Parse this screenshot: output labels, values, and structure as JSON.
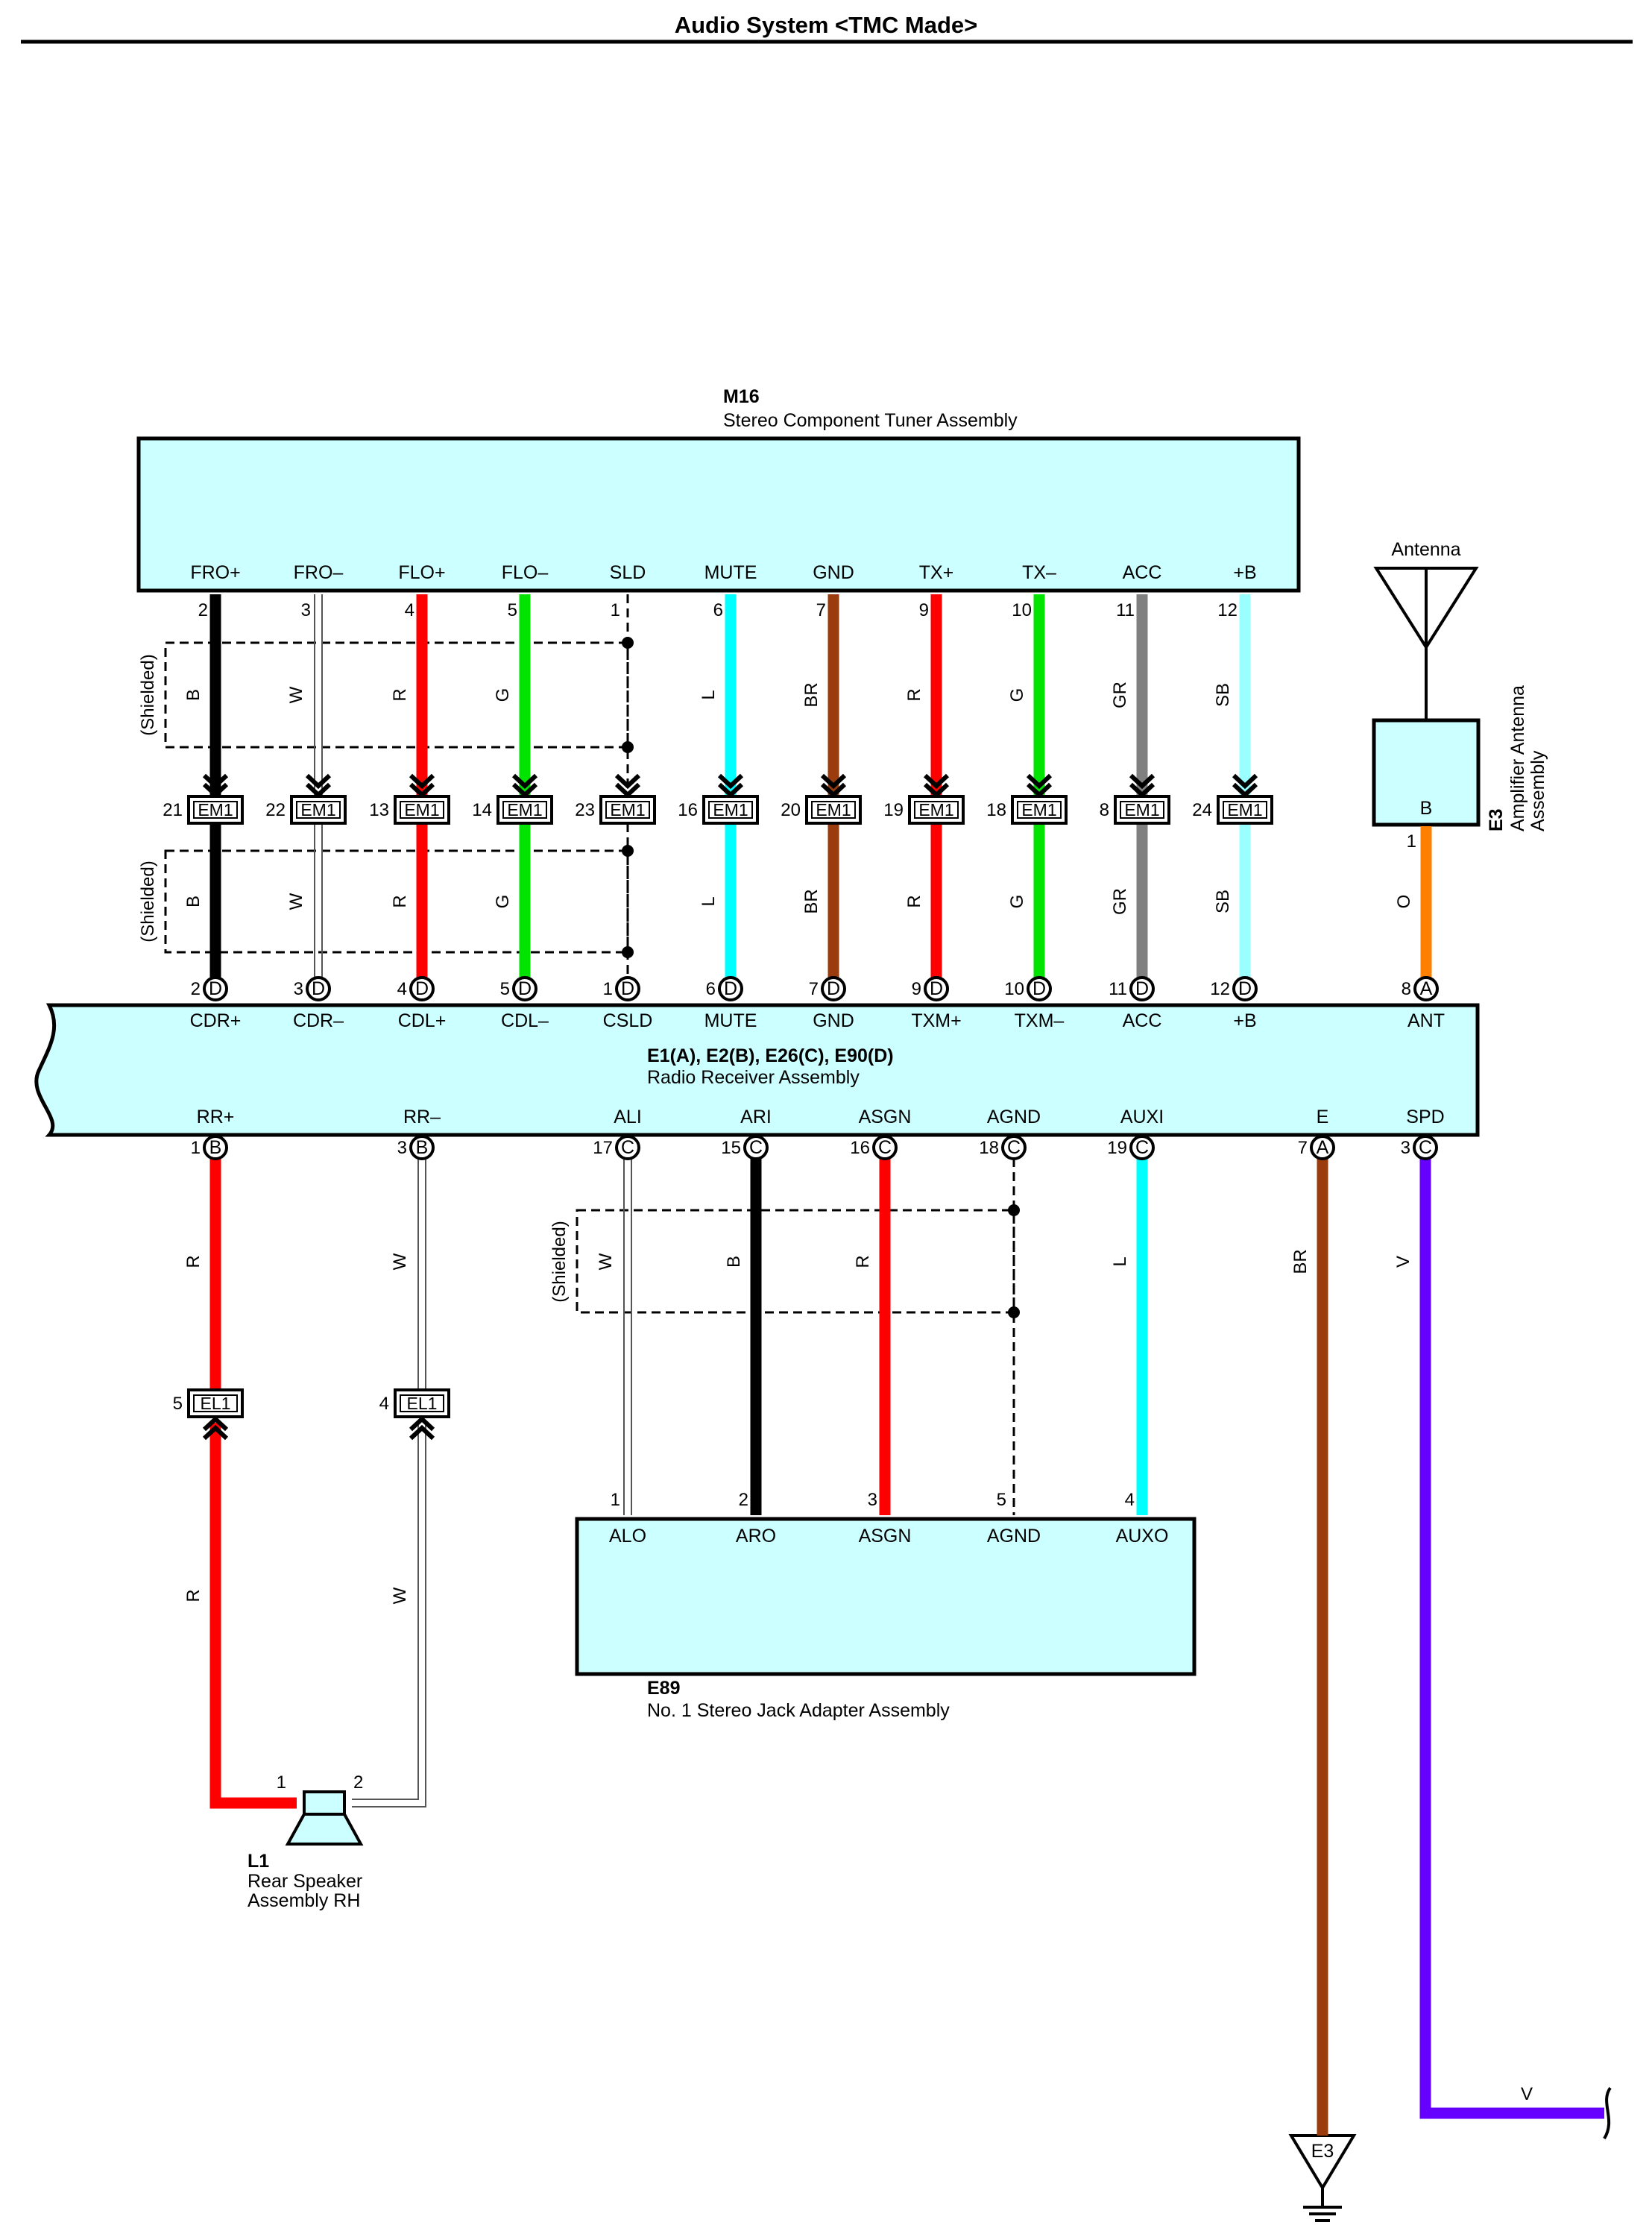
{
  "page": {
    "title": "Audio System <TMC Made>"
  },
  "colors": {
    "B": "#000000",
    "W": "#ffffff",
    "R": "#ff0000",
    "G": "#00e400",
    "L": "#00ffff",
    "BR": "#9b3c0e",
    "GR": "#808080",
    "SB": "#99ffff",
    "O": "#ff8000",
    "V": "#6600ff",
    "box_fill": "#ccffff"
  },
  "m16": {
    "code": "M16",
    "name": "Stereo Component Tuner Assembly"
  },
  "receiver": {
    "code": "E1(A), E2(B), E26(C), E90(D)",
    "name": "Radio Receiver Assembly"
  },
  "e89": {
    "code": "E89",
    "name": "No. 1 Stereo Jack Adapter Assembly"
  },
  "e3": {
    "code": "E3",
    "name_line1": "Amplifier Antenna",
    "name_line2": "Assembly",
    "pin": "B"
  },
  "antenna": {
    "label": "Antenna"
  },
  "l1": {
    "code": "L1",
    "name_line1": "Rear Speaker",
    "name_line2": "Assembly RH",
    "pin1": "1",
    "pin2": "2"
  },
  "shield_label": "(Shielded)",
  "ground": {
    "label": "E3"
  },
  "top_wires": [
    {
      "m16_sig": "FRO+",
      "m16_pin": "2",
      "color": "B",
      "j_pin": "21",
      "j_code": "EM1",
      "rx_pin": "2",
      "rx_conn": "D",
      "rx_sig": "CDR+"
    },
    {
      "m16_sig": "FRO–",
      "m16_pin": "3",
      "color": "W",
      "j_pin": "22",
      "j_code": "EM1",
      "rx_pin": "3",
      "rx_conn": "D",
      "rx_sig": "CDR–"
    },
    {
      "m16_sig": "FLO+",
      "m16_pin": "4",
      "color": "R",
      "j_pin": "13",
      "j_code": "EM1",
      "rx_pin": "4",
      "rx_conn": "D",
      "rx_sig": "CDL+"
    },
    {
      "m16_sig": "FLO–",
      "m16_pin": "5",
      "color": "G",
      "j_pin": "14",
      "j_code": "EM1",
      "rx_pin": "5",
      "rx_conn": "D",
      "rx_sig": "CDL–"
    },
    {
      "m16_sig": "SLD",
      "m16_pin": "1",
      "color": "",
      "j_pin": "23",
      "j_code": "EM1",
      "rx_pin": "1",
      "rx_conn": "D",
      "rx_sig": "CSLD"
    },
    {
      "m16_sig": "MUTE",
      "m16_pin": "6",
      "color": "L",
      "j_pin": "16",
      "j_code": "EM1",
      "rx_pin": "6",
      "rx_conn": "D",
      "rx_sig": "MUTE"
    },
    {
      "m16_sig": "GND",
      "m16_pin": "7",
      "color": "BR",
      "j_pin": "20",
      "j_code": "EM1",
      "rx_pin": "7",
      "rx_conn": "D",
      "rx_sig": "GND"
    },
    {
      "m16_sig": "TX+",
      "m16_pin": "9",
      "color": "R",
      "j_pin": "19",
      "j_code": "EM1",
      "rx_pin": "9",
      "rx_conn": "D",
      "rx_sig": "TXM+"
    },
    {
      "m16_sig": "TX–",
      "m16_pin": "10",
      "color": "G",
      "j_pin": "18",
      "j_code": "EM1",
      "rx_pin": "10",
      "rx_conn": "D",
      "rx_sig": "TXM–"
    },
    {
      "m16_sig": "ACC",
      "m16_pin": "11",
      "color": "GR",
      "j_pin": "8",
      "j_code": "EM1",
      "rx_pin": "11",
      "rx_conn": "D",
      "rx_sig": "ACC"
    },
    {
      "m16_sig": "+B",
      "m16_pin": "12",
      "color": "SB",
      "j_pin": "24",
      "j_code": "EM1",
      "rx_pin": "12",
      "rx_conn": "D",
      "rx_sig": "+B"
    }
  ],
  "ant_wire": {
    "e3_pin": "1",
    "color": "O",
    "rx_pin": "8",
    "rx_conn": "A",
    "rx_sig": "ANT"
  },
  "bottom_wires": [
    {
      "rx_sig": "RR+",
      "rx_pin": "1",
      "rx_conn": "B",
      "color": "R",
      "j_pin": "5",
      "j_code": "EL1",
      "color2": "R",
      "end_pin": "",
      "end_sig": ""
    },
    {
      "rx_sig": "RR–",
      "rx_pin": "3",
      "rx_conn": "B",
      "color": "W",
      "j_pin": "4",
      "j_code": "EL1",
      "color2": "W",
      "end_pin": "",
      "end_sig": ""
    },
    {
      "rx_sig": "ALI",
      "rx_pin": "17",
      "rx_conn": "C",
      "color": "W",
      "end_pin": "1",
      "end_sig": "ALO"
    },
    {
      "rx_sig": "ARI",
      "rx_pin": "15",
      "rx_conn": "C",
      "color": "B",
      "end_pin": "2",
      "end_sig": "ARO"
    },
    {
      "rx_sig": "ASGN",
      "rx_pin": "16",
      "rx_conn": "C",
      "color": "R",
      "end_pin": "3",
      "end_sig": "ASGN"
    },
    {
      "rx_sig": "AGND",
      "rx_pin": "18",
      "rx_conn": "C",
      "color": "",
      "end_pin": "5",
      "end_sig": "AGND"
    },
    {
      "rx_sig": "AUXI",
      "rx_pin": "19",
      "rx_conn": "C",
      "color": "L",
      "end_pin": "4",
      "end_sig": "AUXO"
    },
    {
      "rx_sig": "E",
      "rx_pin": "7",
      "rx_conn": "A",
      "color": "BR",
      "end_pin": "",
      "end_sig": ""
    },
    {
      "rx_sig": "SPD",
      "rx_pin": "3",
      "rx_conn": "C",
      "color": "V",
      "end_pin": "",
      "end_sig": "",
      "color2": "V"
    }
  ]
}
